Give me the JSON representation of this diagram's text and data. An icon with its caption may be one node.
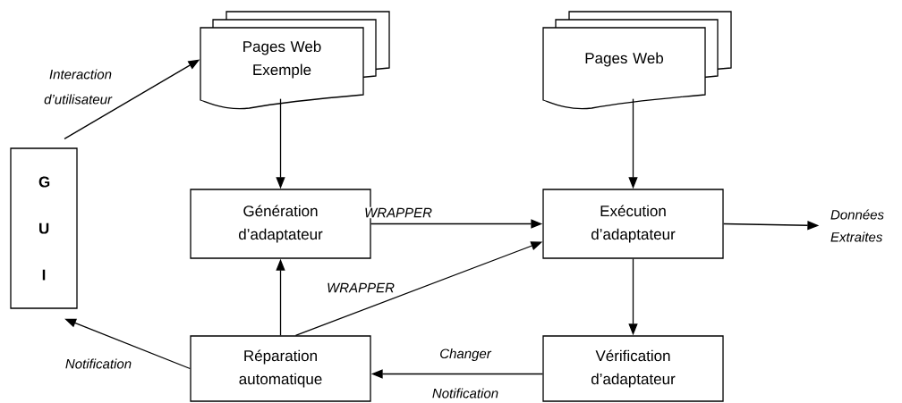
{
  "diagram": {
    "nodes": [
      {
        "text": [
          "G U I"
        ]
      },
      {
        "text": [
          "Pages Web Exemple"
        ]
      },
      {
        "text": [
          "Pages Web"
        ]
      },
      {
        "text": [
          "Génération d’adaptateur"
        ]
      },
      {
        "text": [
          "Exécution d’adaptateur"
        ]
      },
      {
        "text": [
          "Réparation automatique"
        ]
      },
      {
        "text": [
          "Vérification d’adaptateur"
        ]
      },
      {
        "text": [
          "Données Extraites"
        ]
      }
    ],
    "edges": [
      {
        "from": 0,
        "to": 1,
        "arrow": "to",
        "label": "Interaction d’utilisateur"
      },
      {
        "from": 1,
        "to": 3,
        "arrow": "to"
      },
      {
        "from": 2,
        "to": 4,
        "arrow": "to"
      },
      {
        "from": 3,
        "to": 4,
        "arrow": "to",
        "label": "WRAPPER"
      },
      {
        "from": 4,
        "to": 7,
        "arrow": "to"
      },
      {
        "from": 5,
        "to": 3,
        "arrow": "to"
      },
      {
        "from": 5,
        "to": 4,
        "arrow": "to",
        "label": "WRAPPER"
      },
      {
        "from": 4,
        "to": 6,
        "arrow": "to"
      },
      {
        "from": 6,
        "to": 5,
        "arrow": "to",
        "label": "Changer"
      },
      {
        "from": 5,
        "to": 0,
        "arrow": "to",
        "label": "Notification"
      }
    ],
    "labels": [
      "Notification"
    ]
  }
}
